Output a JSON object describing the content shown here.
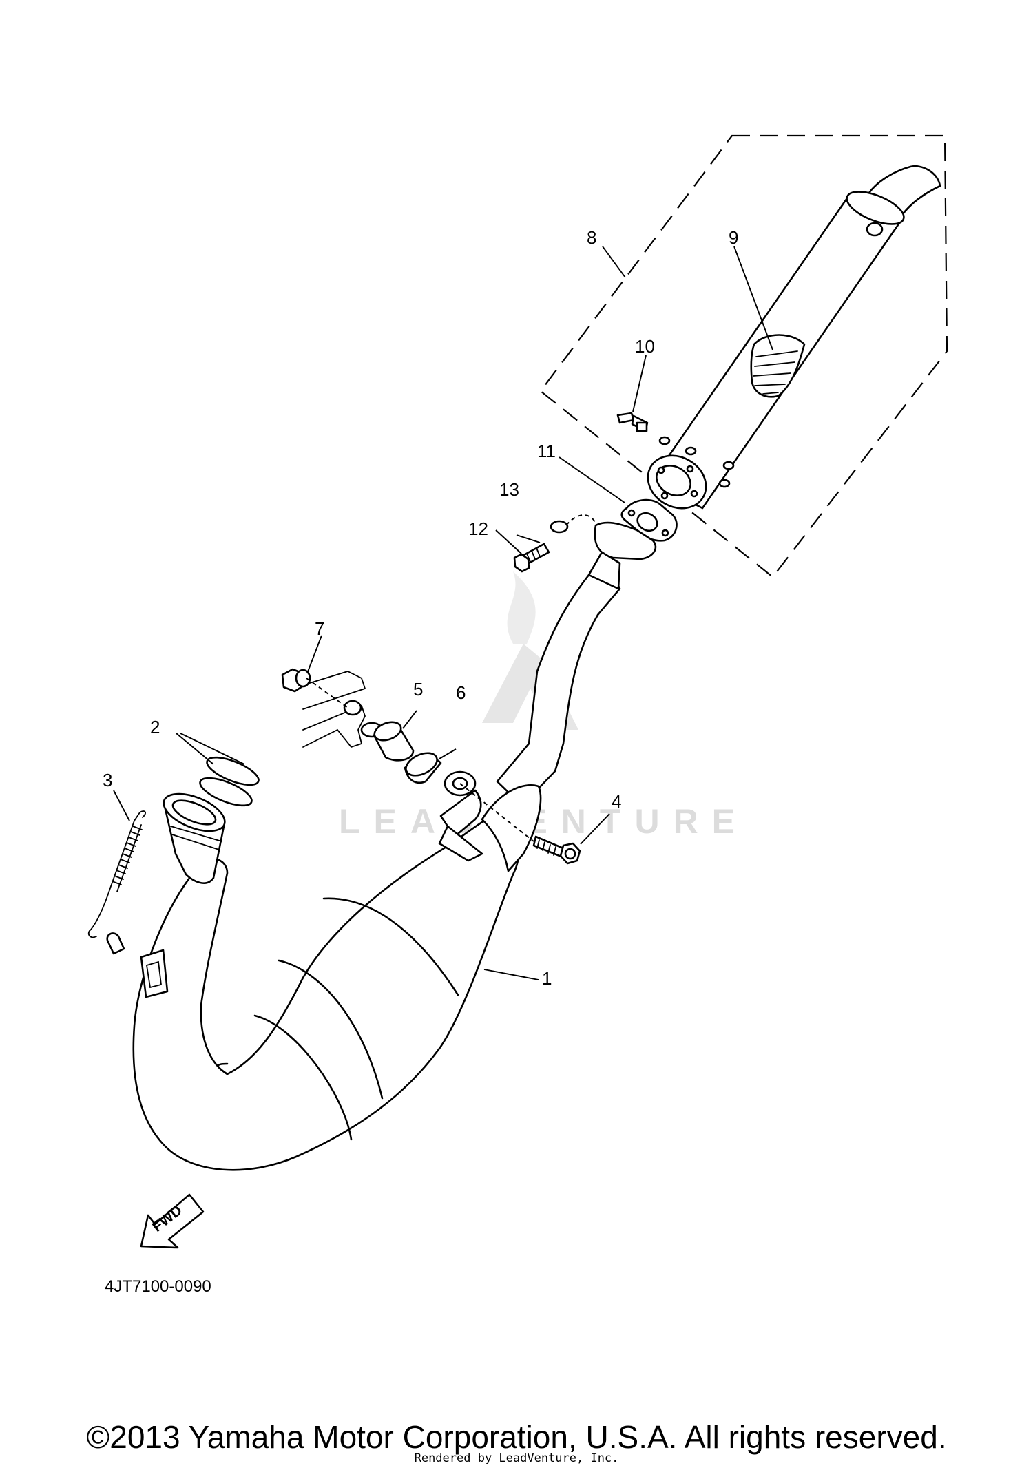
{
  "diagram": {
    "drawing_code": "4JT7100-0090",
    "watermark": "LEADVENTURE",
    "fwd_label": "FWD",
    "copyright": "©2013 Yamaha Motor Corporation, U.S.A. All rights reserved.",
    "rendered_by": "Rendered by LeadVenture, Inc.",
    "callouts": [
      "1",
      "2",
      "3",
      "4",
      "5",
      "6",
      "7",
      "8",
      "9",
      "10",
      "11",
      "12",
      "13"
    ]
  }
}
